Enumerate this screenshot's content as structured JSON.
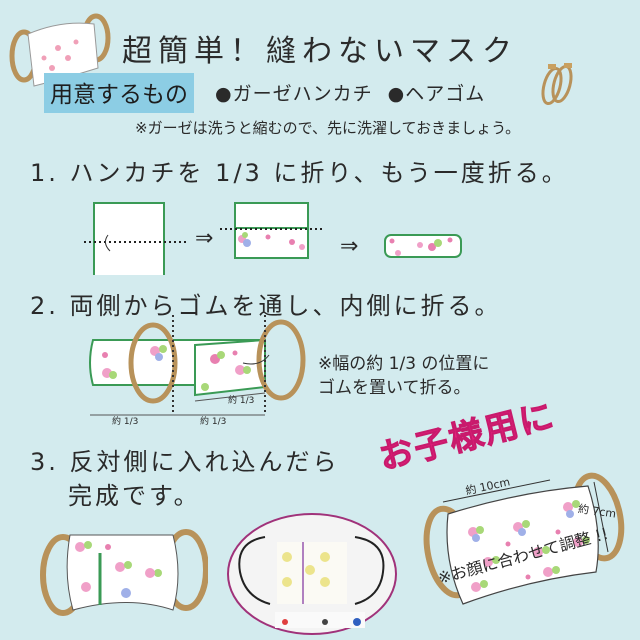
{
  "title": "超簡単！縫わないマスク",
  "preparation": {
    "label": "用意するもの",
    "items": [
      "●ガーゼハンカチ",
      "●ヘアゴム"
    ],
    "note": "※ガーゼは洗うと縮むので、先に洗濯しておきましょう。"
  },
  "steps": [
    {
      "number": "1.",
      "text": "ハンカチを 1/3 に折り、もう一度折る。"
    },
    {
      "number": "2.",
      "text": "両側からゴムを通し、内側に折る。"
    },
    {
      "number": "3.",
      "text": "反対側に入れ込んだら",
      "text2": "完成です。"
    }
  ],
  "step1_arrows": [
    "⇒",
    "⇒"
  ],
  "step2": {
    "note_line1": "※幅の約 1/3 の位置に",
    "note_line2": "ゴムを置いて折る。",
    "measure_labels": [
      "約 1/3",
      "約 1/3",
      "約 1/3"
    ]
  },
  "kids": {
    "headline": "お子様用に",
    "width_label": "約 10cm",
    "height_label": "約 7cm",
    "note": "※お顔に合わせて調整 !!"
  },
  "colors": {
    "background": "#d3ebee",
    "label_bg": "#8ccde4",
    "accent_pink": "#e6207d",
    "fold_green": "#3a9a55",
    "elastic_tan": "#b8925a",
    "photo_border": "#a0327a"
  }
}
